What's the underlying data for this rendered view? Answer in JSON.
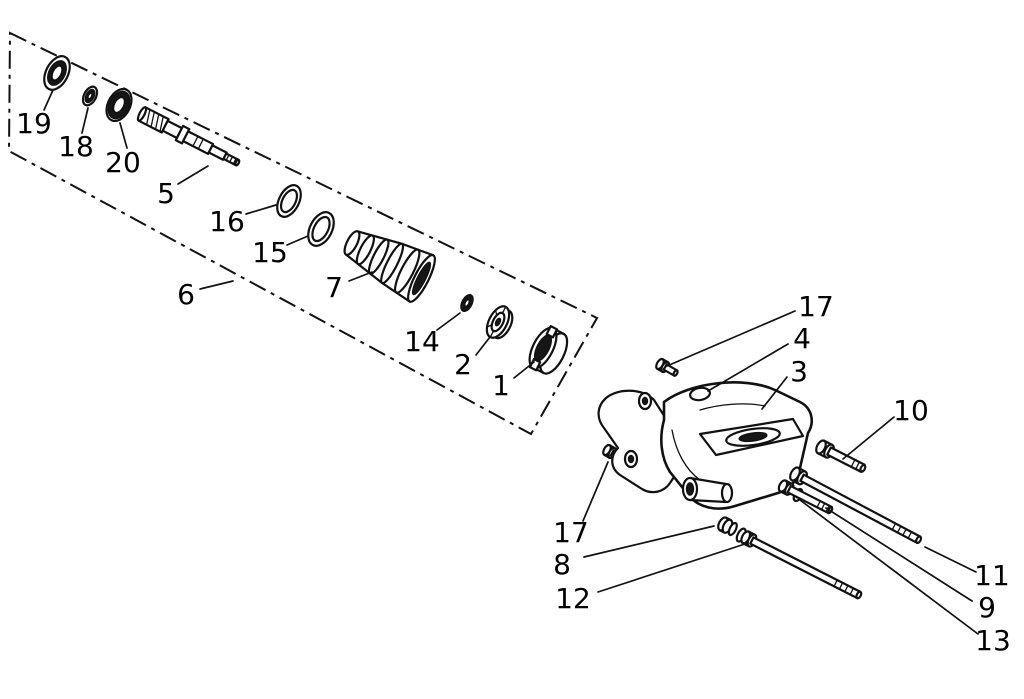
{
  "diagram": {
    "type": "exploded-parts-diagram",
    "description": "rear brake master cylinder / caliper exploded view",
    "colors": {
      "line": "#111111",
      "background": "#ffffff",
      "shade": "#161616"
    },
    "labels": {
      "p19": "19",
      "p18": "18",
      "p20": "20",
      "p5": "5",
      "p16": "16",
      "p15": "15",
      "p6": "6",
      "p7": "7",
      "p14": "14",
      "p2": "2",
      "p1": "1",
      "p17_top": "17",
      "p4": "4",
      "p3": "3",
      "p10": "10",
      "p17_left": "17",
      "p8": "8",
      "p12": "12",
      "p11": "11",
      "p9": "9",
      "p13": "13"
    }
  }
}
